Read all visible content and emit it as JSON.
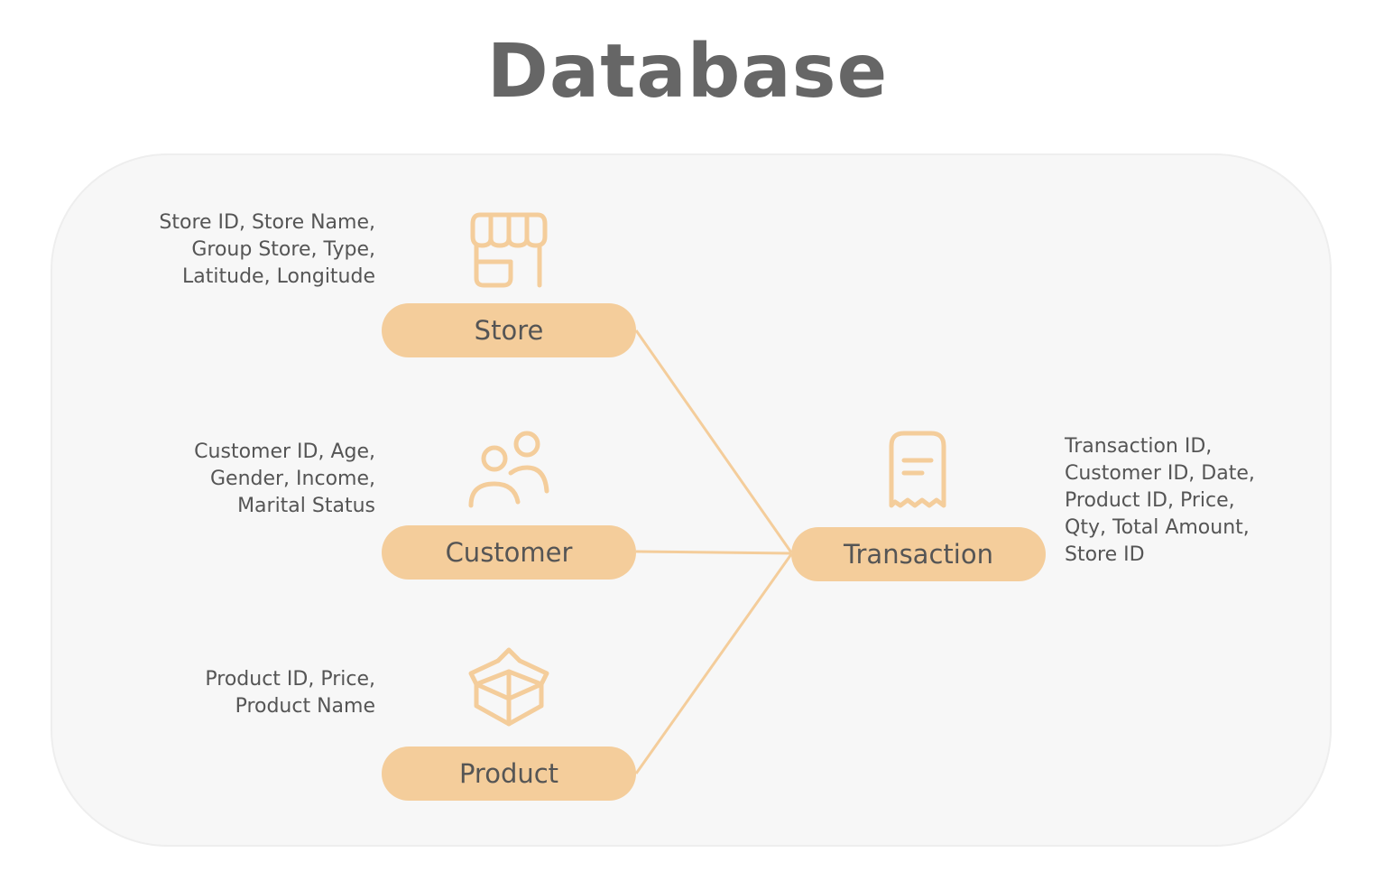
{
  "title": "Database",
  "colors": {
    "accent": "#f4cd9b",
    "icon_stroke": "#f4cd9b",
    "panel_bg": "#f7f7f7",
    "text": "#555555",
    "title": "#666666"
  },
  "entities": {
    "store": {
      "label": "Store",
      "icon": "store-icon",
      "attributes": "Store ID, Store Name,\nGroup Store, Type,\nLatitude, Longitude"
    },
    "customer": {
      "label": "Customer",
      "icon": "customers-icon",
      "attributes": "Customer ID, Age,\nGender,  Income,\nMarital Status"
    },
    "product": {
      "label": "Product",
      "icon": "package-icon",
      "attributes": "Product ID, Price,\nProduct Name"
    },
    "transaction": {
      "label": "Transaction",
      "icon": "receipt-icon",
      "attributes": "Transaction ID,\nCustomer ID, Date,\nProduct ID, Price,\nQty, Total Amount,\nStore ID"
    }
  },
  "relations": [
    {
      "from": "Store",
      "to": "Transaction"
    },
    {
      "from": "Customer",
      "to": "Transaction"
    },
    {
      "from": "Product",
      "to": "Transaction"
    }
  ]
}
